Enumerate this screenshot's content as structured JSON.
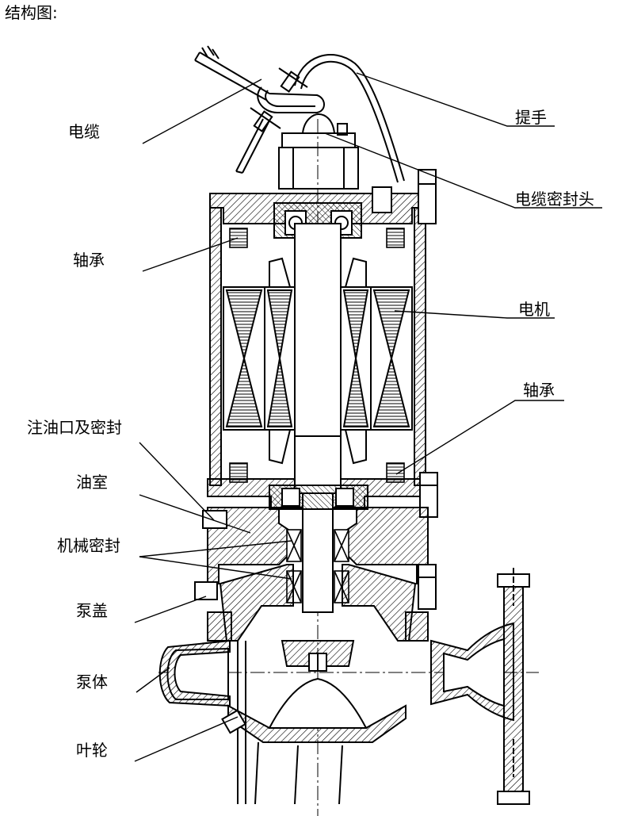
{
  "heading": "结构图:",
  "labels": {
    "cable": "电缆",
    "handle": "提手",
    "cable_seal_head": "电缆密封头",
    "bearing_top": "轴承",
    "motor": "电机",
    "bearing_bottom": "轴承",
    "oil_inlet_seal": "注油口及密封",
    "oil_chamber": "油室",
    "mechanical_seal": "机械密封",
    "pump_cover": "泵盖",
    "pump_body": "泵体",
    "impeller": "叶轮"
  },
  "colors": {
    "line": "#000000",
    "background": "#ffffff"
  }
}
